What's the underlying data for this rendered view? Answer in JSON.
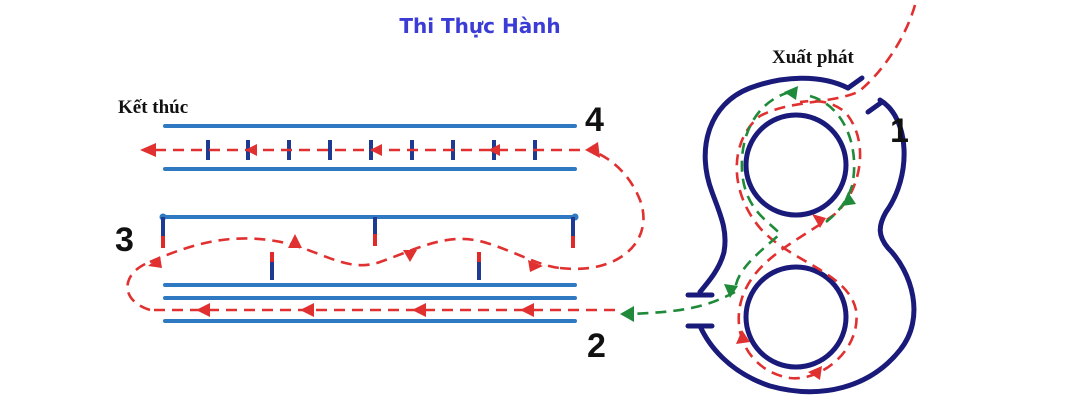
{
  "title": "Thi Thực Hành",
  "labels": {
    "start": "Xuất phát",
    "finish": "Kết thúc"
  },
  "steps": [
    "1",
    "2",
    "3",
    "4"
  ],
  "colors": {
    "title": "#3b3bd6",
    "lane": "#2f79c2",
    "pole": "#1f3a93",
    "route": "#e03030",
    "route_alt": "#1f8a3a",
    "track": "#1a1a7a"
  }
}
